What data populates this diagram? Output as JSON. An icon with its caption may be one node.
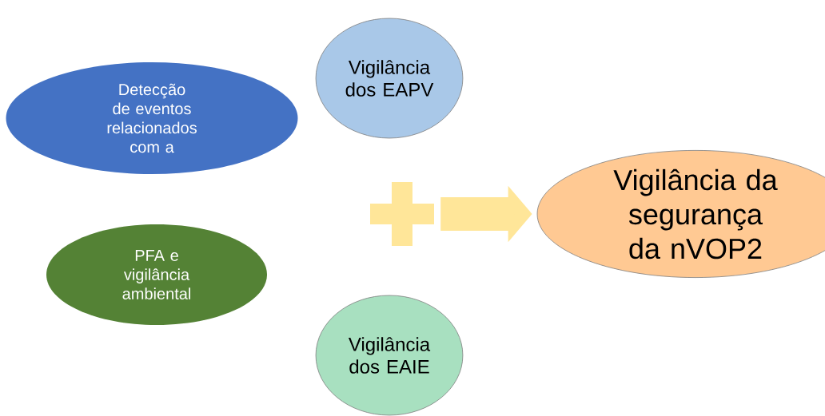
{
  "diagram": {
    "nodes": [
      {
        "text": [
          "Detecção de eventos relacionados com a"
        ]
      },
      {
        "text": [
          "PFA e vigilância ambiental"
        ]
      },
      {
        "text": [
          "Vigilância dos EAPV"
        ]
      },
      {
        "text": [
          "Vigilância dos EAIE"
        ]
      },
      {
        "text": [],
        "shape": "cross"
      },
      {
        "text": [
          "Vigilância da segurança da nVOP2"
        ]
      }
    ],
    "edges": [
      {
        "from": 4,
        "to": 5,
        "arrow": "to"
      }
    ]
  }
}
